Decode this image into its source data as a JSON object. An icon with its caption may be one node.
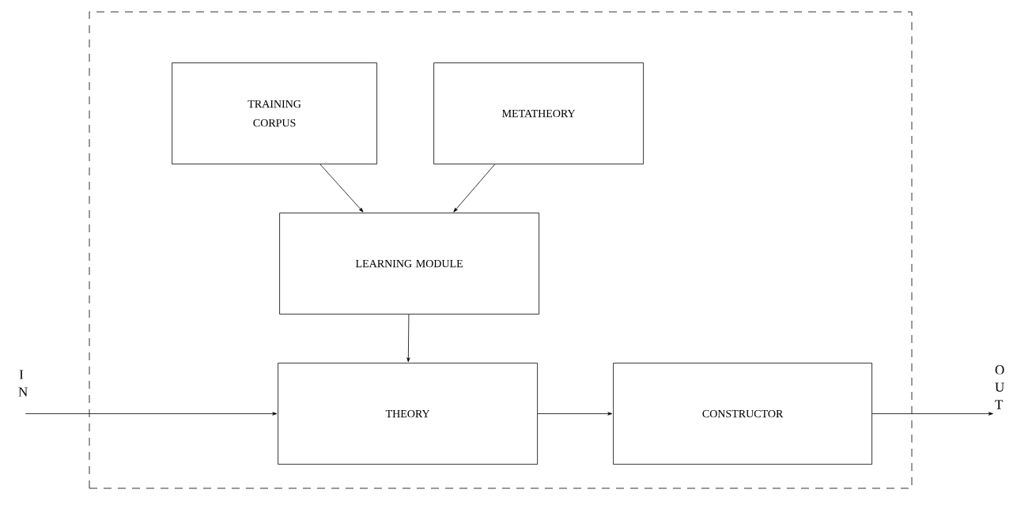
{
  "diagram": {
    "nodes": [
      {
        "text": [],
        "shape": "box"
      },
      {
        "text": [
          "TRAINING CORPUS"
        ],
        "in": 0
      },
      {
        "text": [
          "METATHEORY"
        ],
        "in": 0
      },
      {
        "text": [
          "LEARNING MODULE"
        ],
        "in": 0
      },
      {
        "text": [
          "THEORY"
        ],
        "in": 0
      },
      {
        "text": [
          "CONSTRUCTOR"
        ],
        "in": 0
      },
      {
        "text": [
          "I N"
        ]
      },
      {
        "text": [
          "O U T"
        ]
      }
    ],
    "edges": [
      {
        "from": 1,
        "to": 3,
        "arrow": "to"
      },
      {
        "from": 2,
        "to": 3,
        "arrow": "to"
      },
      {
        "from": 3,
        "to": 4,
        "arrow": "to"
      },
      {
        "from": 6,
        "to": 4,
        "arrow": "to"
      },
      {
        "from": 4,
        "to": 5,
        "arrow": "to"
      },
      {
        "from": 5,
        "to": 7,
        "arrow": "to"
      }
    ]
  }
}
